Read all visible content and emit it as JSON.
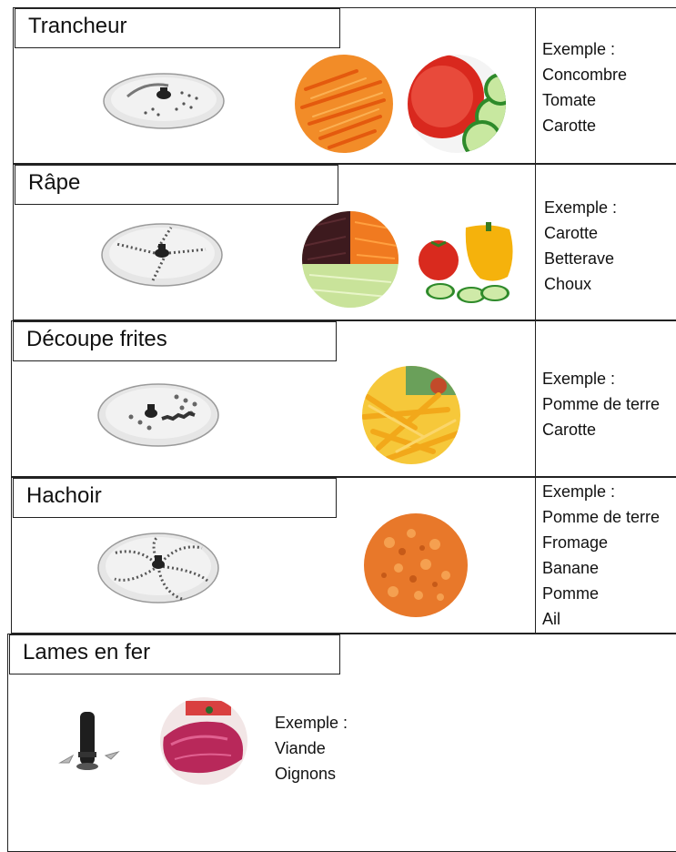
{
  "sections": [
    {
      "title": "Trancheur",
      "example_label": "Exemple :",
      "items": [
        "Concombre",
        "Tomate",
        "Carotte"
      ]
    },
    {
      "title": "Râpe",
      "example_label": "Exemple :",
      "items": [
        "Carotte",
        "Betterave",
        "Choux"
      ]
    },
    {
      "title": "Découpe frites",
      "example_label": "Exemple :",
      "items": [
        "Pomme de terre",
        "Carotte"
      ]
    },
    {
      "title": "Hachoir",
      "example_label": "Exemple :",
      "items": [
        "Pomme de terre",
        "Fromage",
        "Banane",
        "Pomme",
        "Ail"
      ]
    },
    {
      "title": "Lames en fer",
      "example_label": "Exemple :",
      "items": [
        "Viande",
        "Oignons"
      ]
    }
  ]
}
